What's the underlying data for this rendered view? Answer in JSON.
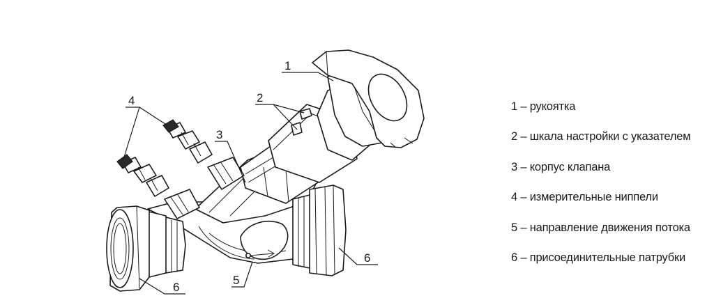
{
  "callouts": {
    "c1": "1",
    "c2": "2",
    "c3": "3",
    "c4": "4",
    "c5": "5",
    "c6_left": "6",
    "c6_right": "6"
  },
  "legend": [
    "1 – рукоятка",
    "2 – шкала настройки с указателем",
    "3 – корпус клапана",
    "4 – измерительные ниппели",
    "5 – направление движения потока",
    "6 – присоединительные патрубки"
  ]
}
